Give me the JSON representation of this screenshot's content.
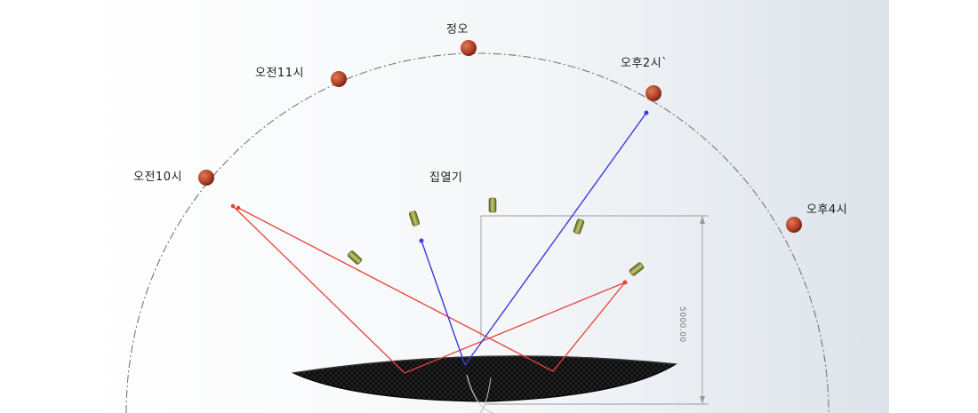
{
  "labels": {
    "noon": "정오",
    "am11": "오전11시",
    "pm2": "오후2시`",
    "am10": "오전10시",
    "pm4": "오후4시",
    "collector": "집열기",
    "dimension": "5000.00"
  },
  "colors": {
    "background_gradient": [
      "#ffffff",
      "#dde3ea"
    ],
    "sun": "#b8432a",
    "sun_highlight": "#e07a55",
    "arc": "#777777",
    "reflected_ray": "#e8403a",
    "direct_ray": "#3a3ae0",
    "collector": "#9aa040",
    "dish": "#111111",
    "dimension_line": "#999999"
  },
  "icons": [
    "sun-sphere-icon",
    "collector-cylinder-icon",
    "parabolic-dish-icon"
  ]
}
